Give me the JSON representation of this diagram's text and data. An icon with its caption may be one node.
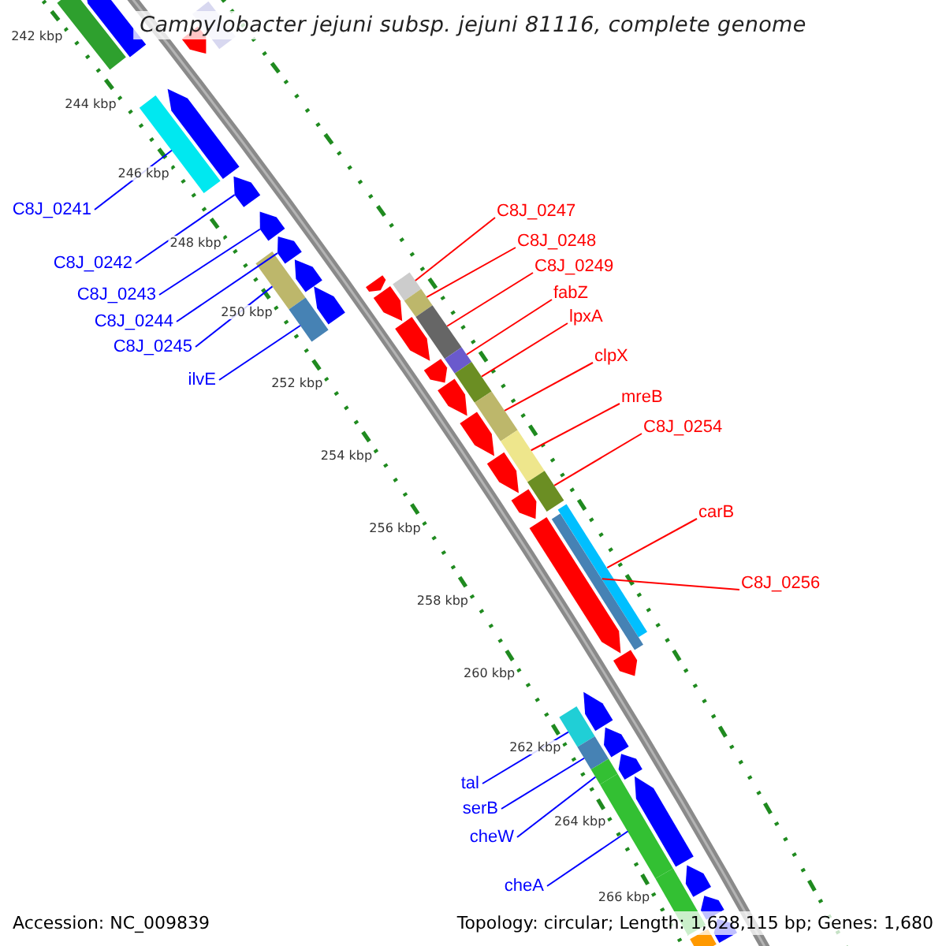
{
  "diagram": {
    "title": "Campylobacter jejuni subsp. jejuni 81116, complete genome",
    "nodes": [
      {
        "text": [
          "C8J_0241"
        ]
      },
      {
        "text": [
          "C8J_0247"
        ]
      },
      {
        "text": [
          "C8J_0248"
        ]
      },
      {
        "text": [
          "C8J_0242"
        ]
      },
      {
        "text": [
          "C8J_0249"
        ]
      },
      {
        "text": [
          "fabZ"
        ]
      },
      {
        "text": [
          "C8J_0243"
        ]
      },
      {
        "text": [
          "lpxA"
        ]
      },
      {
        "text": [
          "C8J_0244"
        ]
      },
      {
        "text": [
          "C8J_0245"
        ]
      },
      {
        "text": [
          "clpX"
        ]
      },
      {
        "text": [
          "ilvE"
        ]
      },
      {
        "text": [
          "mreB"
        ]
      },
      {
        "text": [
          "C8J_0254"
        ]
      },
      {
        "text": [
          "carB"
        ]
      },
      {
        "text": [
          "C8J_0256"
        ]
      },
      {
        "text": [
          "tal"
        ]
      },
      {
        "text": [
          "serB"
        ]
      },
      {
        "text": [
          "cheW"
        ]
      },
      {
        "text": [
          "cheA"
        ]
      },
      {
        "text": [],
        "shape": "bar"
      },
      {
        "text": [],
        "shape": "arrow"
      },
      {
        "text": [],
        "shape": "bar"
      },
      {
        "text": [],
        "shape": "arrow"
      },
      {
        "text": [],
        "shape": "bar"
      },
      {
        "text": [],
        "shape": "arrow"
      },
      {
        "text": [],
        "shape": "arrow"
      },
      {
        "text": [],
        "shape": "arrow"
      },
      {
        "text": [],
        "shape": "arrow"
      },
      {
        "text": [],
        "shape": "bar"
      },
      {
        "text": [],
        "shape": "arrow"
      },
      {
        "text": [],
        "shape": "arrow"
      },
      {
        "text": [],
        "shape": "bar"
      },
      {
        "text": [],
        "shape": "arrow"
      },
      {
        "text": [],
        "shape": "bar"
      },
      {
        "text": [],
        "shape": "arrow"
      },
      {
        "text": [],
        "shape": "bar"
      },
      {
        "text": [],
        "shape": "arrow"
      },
      {
        "text": [],
        "shape": "bar"
      },
      {
        "text": [],
        "shape": "arrow"
      },
      {
        "text": [],
        "shape": "bar"
      },
      {
        "text": [],
        "shape": "bar"
      },
      {
        "text": [],
        "shape": "arrow"
      },
      {
        "text": [],
        "shape": "bar"
      },
      {
        "text": [],
        "shape": "arrow"
      },
      {
        "text": [],
        "shape": "bar"
      },
      {
        "text": [],
        "shape": "arrow"
      },
      {
        "text": [],
        "shape": "bar"
      },
      {
        "text": [],
        "shape": "arrow"
      },
      {
        "text": [],
        "shape": "bar"
      },
      {
        "text": [],
        "shape": "arrow"
      },
      {
        "text": [],
        "shape": "bar"
      },
      {
        "text": [],
        "shape": "arrow"
      },
      {
        "text": [],
        "shape": "arrow"
      },
      {
        "text": [],
        "shape": "bar"
      },
      {
        "text": [],
        "shape": "arrow"
      },
      {
        "text": [],
        "shape": "bar"
      },
      {
        "text": [],
        "shape": "bar"
      },
      {
        "text": [],
        "shape": "arrow"
      },
      {
        "text": [],
        "shape": "bar"
      },
      {
        "text": [],
        "shape": "arrow"
      },
      {
        "text": [],
        "shape": "bar"
      },
      {
        "text": [],
        "shape": "arrow"
      },
      {
        "text": [],
        "shape": "arrow"
      },
      {
        "text": [],
        "shape": "arrow"
      },
      {
        "text": [],
        "shape": "bar"
      }
    ],
    "edges": [
      {
        "from": 0,
        "to": 24,
        "arrow": "none",
        "color": "#0000ff"
      },
      {
        "from": 1,
        "to": 34,
        "arrow": "none",
        "color": "#ff0000"
      },
      {
        "from": 2,
        "to": 36,
        "arrow": "none",
        "color": "#ff0000"
      },
      {
        "from": 3,
        "to": 26,
        "arrow": "none",
        "color": "#0000ff"
      },
      {
        "from": 4,
        "to": 38,
        "arrow": "none",
        "color": "#ff0000"
      },
      {
        "from": 5,
        "to": 40,
        "arrow": "none",
        "color": "#ff0000"
      },
      {
        "from": 6,
        "to": 27,
        "arrow": "none",
        "color": "#0000ff"
      },
      {
        "from": 7,
        "to": 41,
        "arrow": "none",
        "color": "#ff0000"
      },
      {
        "from": 8,
        "to": 28,
        "arrow": "none",
        "color": "#0000ff"
      },
      {
        "from": 9,
        "to": 29,
        "arrow": "none",
        "color": "#0000ff"
      },
      {
        "from": 10,
        "to": 43,
        "arrow": "none",
        "color": "#ff0000"
      },
      {
        "from": 11,
        "to": 32,
        "arrow": "none",
        "color": "#0000ff"
      },
      {
        "from": 12,
        "to": 45,
        "arrow": "none",
        "color": "#ff0000"
      },
      {
        "from": 13,
        "to": 47,
        "arrow": "none",
        "color": "#ff0000"
      },
      {
        "from": 14,
        "to": 49,
        "arrow": "none",
        "color": "#ff0000"
      },
      {
        "from": 15,
        "to": 51,
        "arrow": "none",
        "color": "#ff0000"
      },
      {
        "from": 16,
        "to": 54,
        "arrow": "none",
        "color": "#0000ff"
      },
      {
        "from": 17,
        "to": 56,
        "arrow": "none",
        "color": "#0000ff"
      },
      {
        "from": 18,
        "to": 57,
        "arrow": "none",
        "color": "#0000ff"
      },
      {
        "from": 19,
        "to": 59,
        "arrow": "none",
        "color": "#0000ff"
      }
    ],
    "labels": [
      "242 kbp",
      "244 kbp",
      "246 kbp",
      "248 kbp",
      "250 kbp",
      "252 kbp",
      "254 kbp",
      "256 kbp",
      "258 kbp",
      "260 kbp",
      "262 kbp",
      "264 kbp",
      "266 kbp",
      "Accession: NC_009839",
      "Topology: circular; Length: 1,628,115 bp; Genes: 1,680"
    ]
  }
}
